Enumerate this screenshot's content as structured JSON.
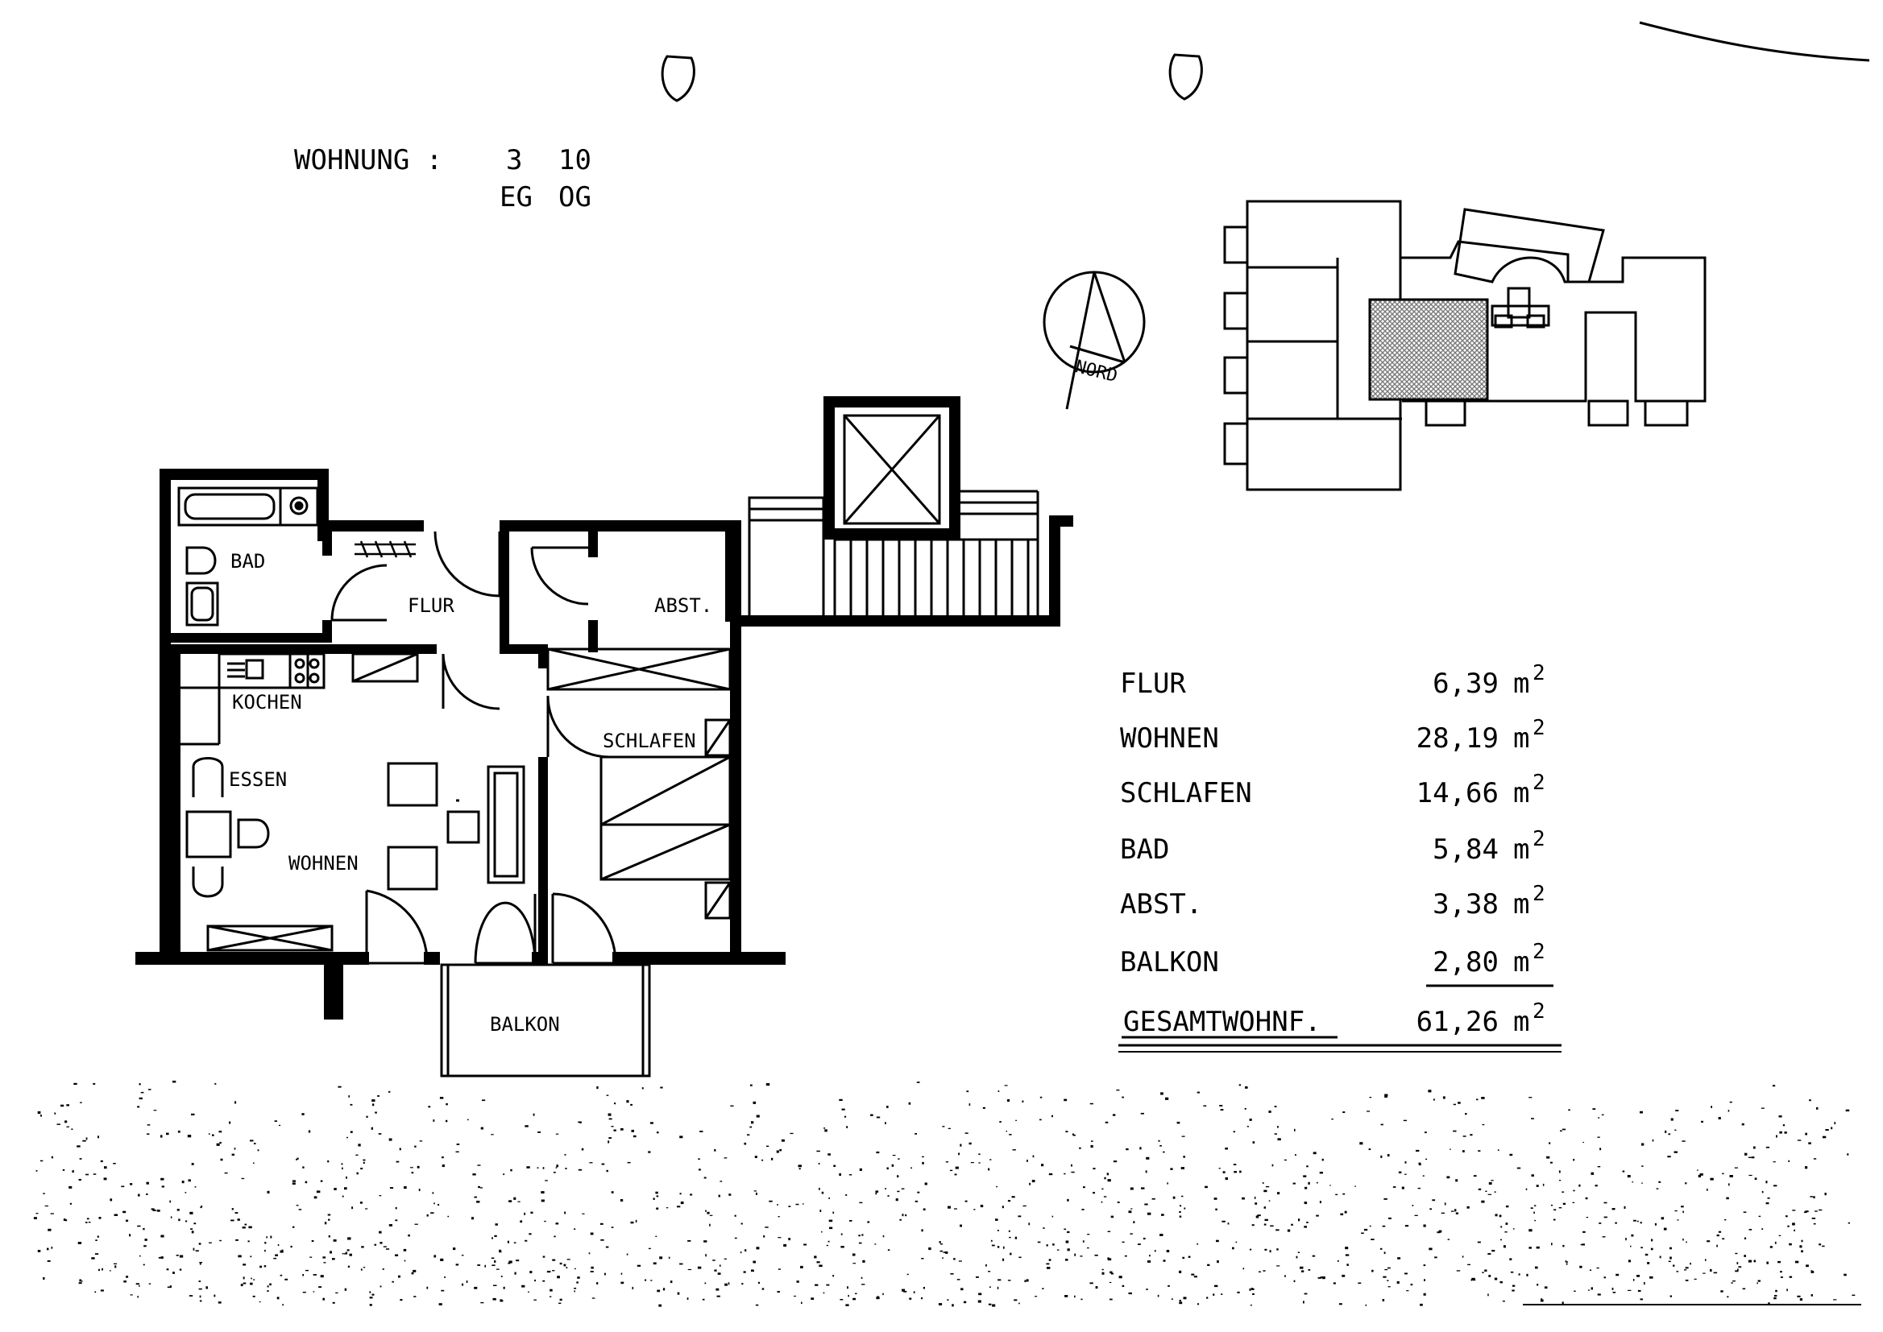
{
  "header": {
    "label": "WOHNUNG :",
    "unit_numbers": [
      "3",
      "10"
    ],
    "floors": [
      "EG",
      "OG"
    ]
  },
  "rooms": {
    "bad": "BAD",
    "flur": "FLUR",
    "abst": "ABST.",
    "kochen": "KOCHEN",
    "essen": "ESSEN",
    "wohnen": "WOHNEN",
    "schlafen": "SCHLAFEN",
    "balkon": "BALKON"
  },
  "compass": {
    "label": "NORD"
  },
  "area_table": {
    "rows": [
      {
        "name": "FLUR",
        "value": "6,39",
        "unit": "m",
        "sup": "2"
      },
      {
        "name": "WOHNEN",
        "value": "28,19",
        "unit": "m",
        "sup": "2"
      },
      {
        "name": "SCHLAFEN",
        "value": "14,66",
        "unit": "m",
        "sup": "2"
      },
      {
        "name": "BAD",
        "value": "5,84",
        "unit": "m",
        "sup": "2"
      },
      {
        "name": "ABST.",
        "value": "3,38",
        "unit": "m",
        "sup": "2"
      },
      {
        "name": "BALKON",
        "value": "2,80",
        "unit": "m",
        "sup": "2"
      }
    ],
    "total": {
      "name": "GESAMTWOHNF.",
      "value": "61,26",
      "unit": "m",
      "sup": "2"
    }
  },
  "colors": {
    "ink": "#000000",
    "paper": "#ffffff",
    "hatch": "#7a7a7a"
  }
}
